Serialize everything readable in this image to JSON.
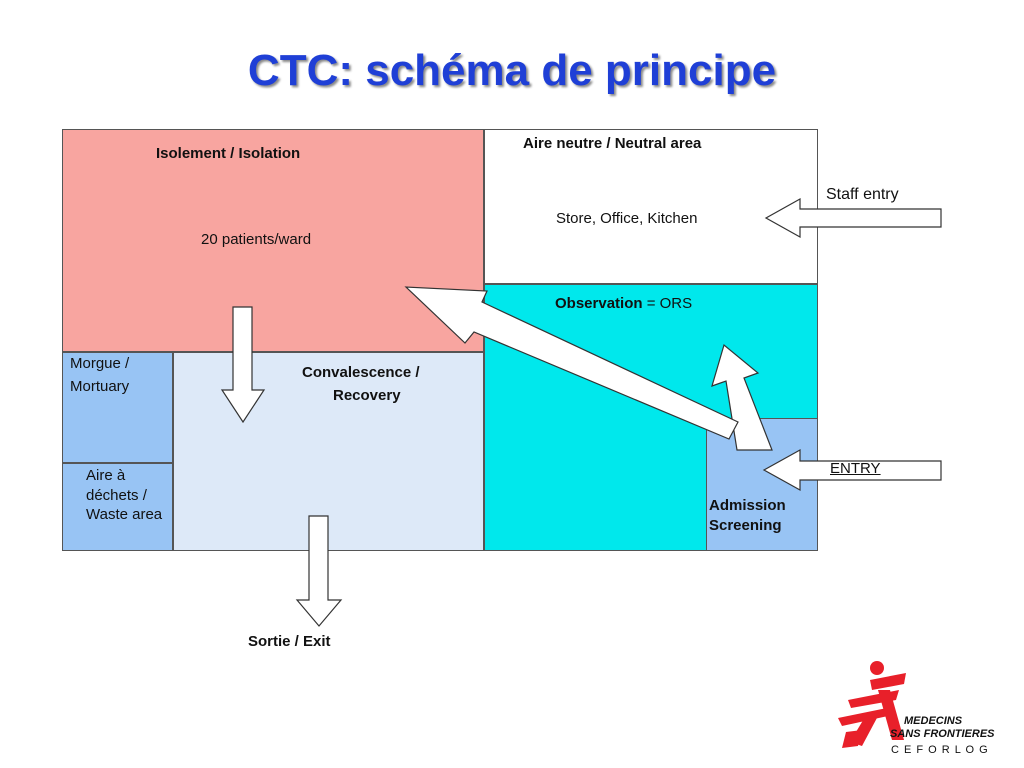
{
  "title": "CTC: schéma de principe",
  "colors": {
    "isolation": "#f8a5a0",
    "neutral": "#ffffff",
    "observation": "#00e8ec",
    "convalescence": "#dde9f8",
    "mortuary": "#98c4f4",
    "waste": "#98c4f4",
    "admission": "#98c4f4",
    "title": "#1f3fd6",
    "logo_red": "#e8202a"
  },
  "zones": {
    "isolation": {
      "title": "Isolement / Isolation",
      "detail": "20 patients/ward"
    },
    "neutral": {
      "title": "Aire neutre / Neutral area",
      "detail": "Store, Office, Kitchen"
    },
    "observation": {
      "title_bold": "Observation",
      "title_rest": " = ORS"
    },
    "mortuary": {
      "line1": "Morgue /",
      "line2": "Mortuary"
    },
    "waste": {
      "line1": "Aire à",
      "line2": "déchets /",
      "line3": "Waste area"
    },
    "convalescence": {
      "line1": "Convalescence /",
      "line2": "Recovery"
    },
    "admission": {
      "line1": "Admission",
      "line2": "Screening"
    }
  },
  "labels": {
    "staff_entry": "Staff entry",
    "entry": "ENTRY",
    "exit": "Sortie / Exit"
  },
  "logo": {
    "line1": "MEDECINS",
    "line2": "SANS FRONTIERES",
    "line3": "C E F O R L O G",
    "icon": "msf-running-man-icon"
  }
}
